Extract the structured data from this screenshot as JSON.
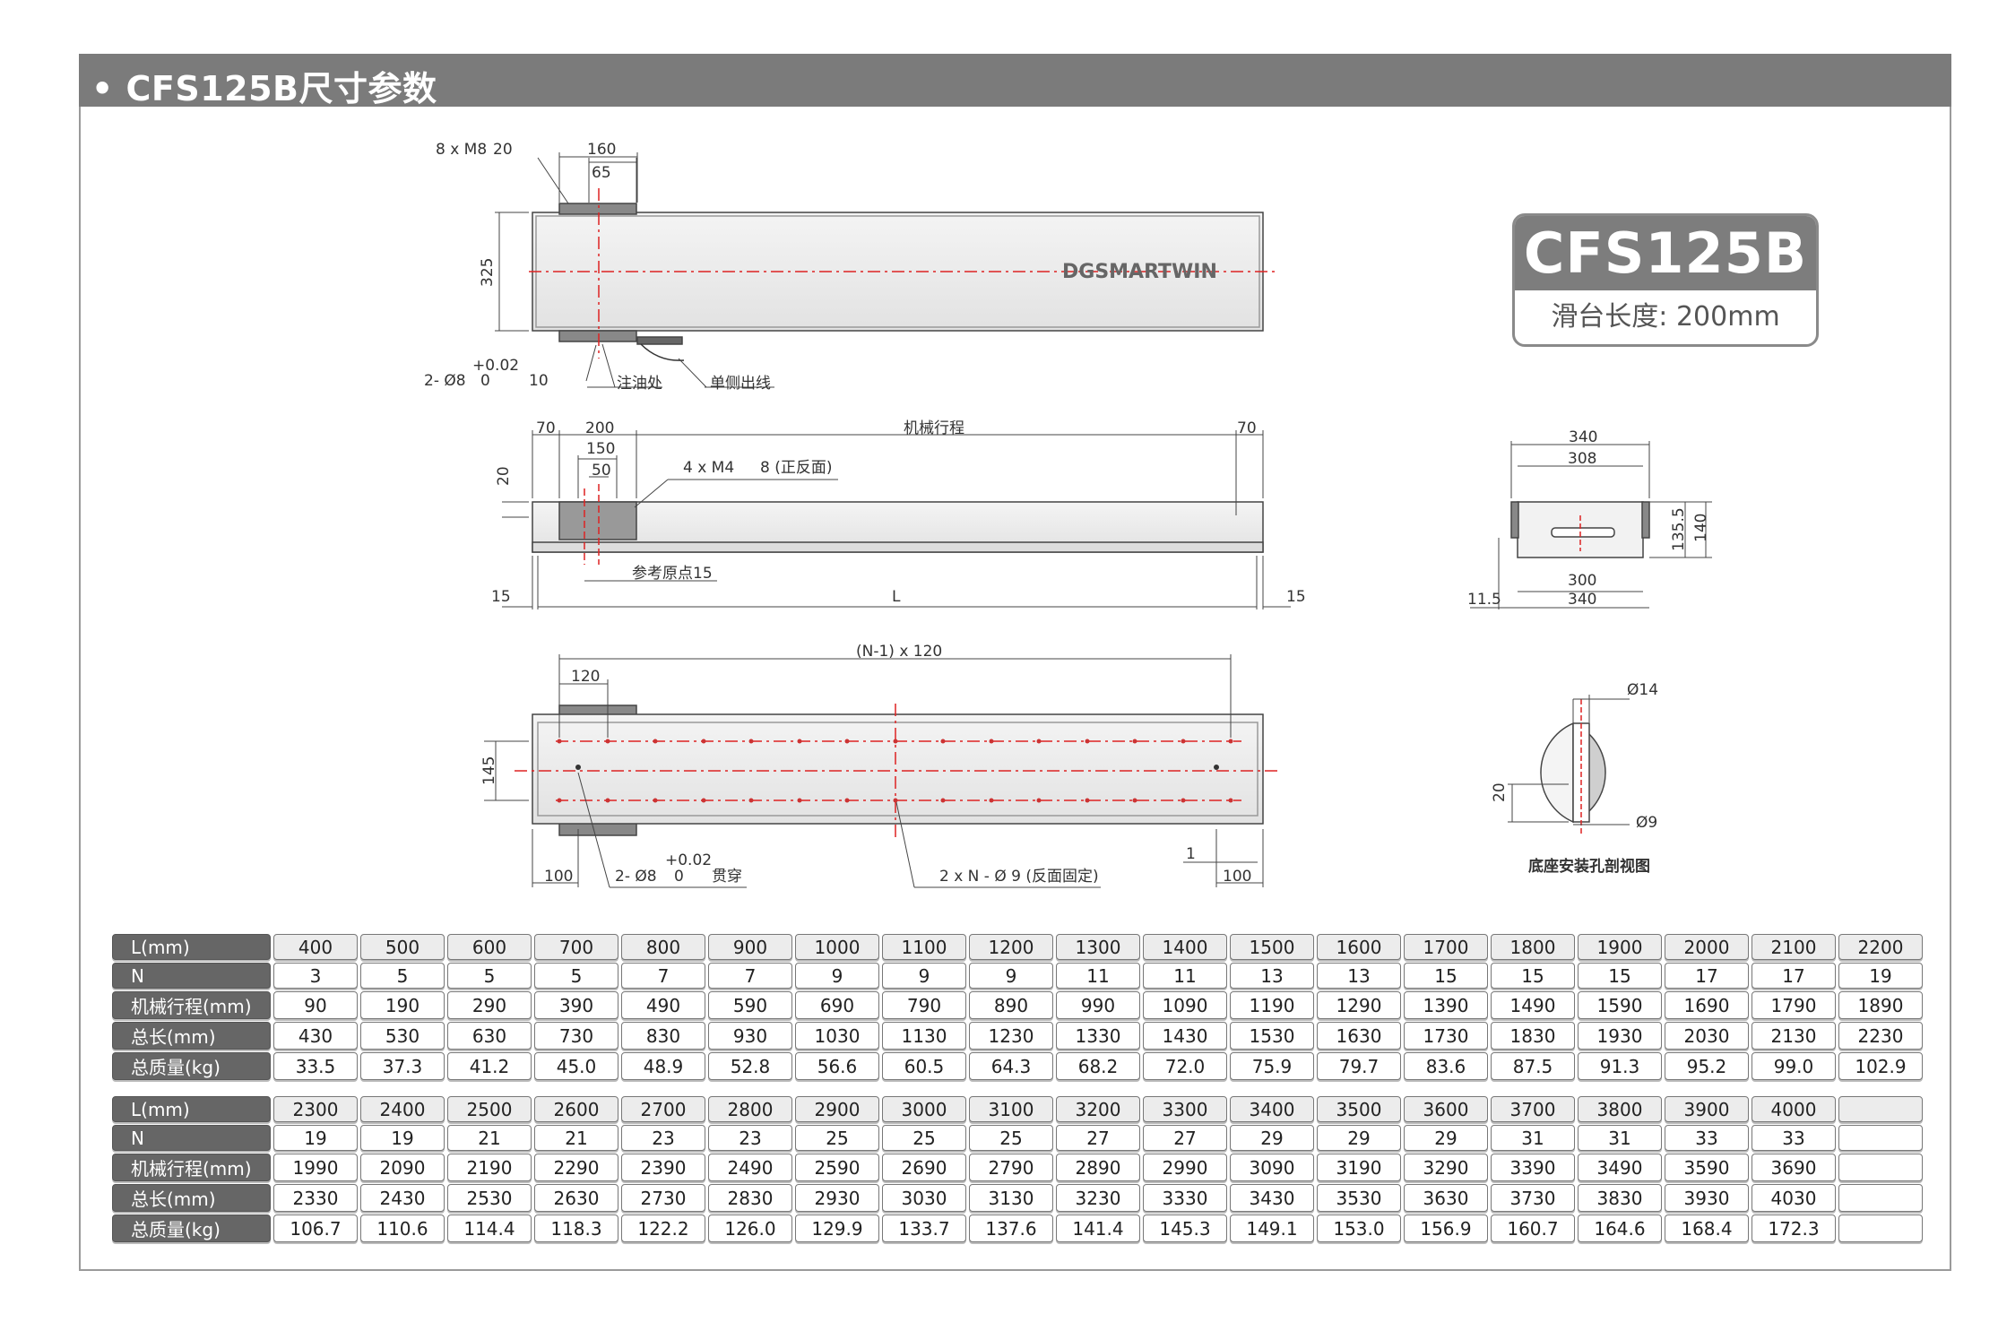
{
  "header": {
    "title": "• CFS125B尺寸参数"
  },
  "badge": {
    "model": "CFS125B",
    "slide_length": "滑台长度: 200mm"
  },
  "drawing": {
    "top_view": {
      "d_8xM8": "8 x M8",
      "d_20": "20",
      "d_160": "160",
      "d_65": "65",
      "d_325": "325",
      "logo": "DGSMARTWIN",
      "tol": "+0.02",
      "d_2phi8": "2- Ø8",
      "d_0": "0",
      "d_10": "10",
      "oil": "注油处",
      "cable": "单侧出线"
    },
    "side_view": {
      "d_70a": "70",
      "d_200": "200",
      "stroke": "机械行程",
      "d_70b": "70",
      "d_150": "150",
      "d_50": "50",
      "d_20": "20",
      "d_4xM4": "4 x M4",
      "d_8": "8 (正反面)",
      "ref": "参考原点15",
      "d_15a": "15",
      "L": "L",
      "d_15b": "15"
    },
    "end_view": {
      "d_340": "340",
      "d_308": "308",
      "d_135": "135.5",
      "d_140": "140",
      "d_300": "300",
      "d_340b": "340",
      "d_11": "11.5"
    },
    "bottom_view": {
      "pitch": "(N-1) x 120",
      "d_120": "120",
      "d_145": "145",
      "tol": "+0.02",
      "d_2phi8": "2- Ø8",
      "d_0": "0",
      "through": "贯穿",
      "d_100a": "100",
      "holes": "2 x N - Ø 9 (反面固定)",
      "d_1": "1",
      "d_100b": "100"
    },
    "section_view": {
      "d_14": "Ø14",
      "d_20": "20",
      "d_9": "Ø9",
      "caption": "底座安装孔剖视图"
    }
  },
  "table1": {
    "rows": [
      {
        "h": "L(mm)",
        "v": [
          "400",
          "500",
          "600",
          "700",
          "800",
          "900",
          "1000",
          "1100",
          "1200",
          "1300",
          "1400",
          "1500",
          "1600",
          "1700",
          "1800",
          "1900",
          "2000",
          "2100",
          "2200"
        ]
      },
      {
        "h": "N",
        "v": [
          "3",
          "5",
          "5",
          "5",
          "7",
          "7",
          "9",
          "9",
          "9",
          "11",
          "11",
          "13",
          "13",
          "15",
          "15",
          "15",
          "17",
          "17",
          "19"
        ]
      },
      {
        "h": "机械行程(mm)",
        "v": [
          "90",
          "190",
          "290",
          "390",
          "490",
          "590",
          "690",
          "790",
          "890",
          "990",
          "1090",
          "1190",
          "1290",
          "1390",
          "1490",
          "1590",
          "1690",
          "1790",
          "1890"
        ]
      },
      {
        "h": "总长(mm)",
        "v": [
          "430",
          "530",
          "630",
          "730",
          "830",
          "930",
          "1030",
          "1130",
          "1230",
          "1330",
          "1430",
          "1530",
          "1630",
          "1730",
          "1830",
          "1930",
          "2030",
          "2130",
          "2230"
        ]
      },
      {
        "h": "总质量(kg)",
        "v": [
          "33.5",
          "37.3",
          "41.2",
          "45.0",
          "48.9",
          "52.8",
          "56.6",
          "60.5",
          "64.3",
          "68.2",
          "72.0",
          "75.9",
          "79.7",
          "83.6",
          "87.5",
          "91.3",
          "95.2",
          "99.0",
          "102.9"
        ]
      }
    ]
  },
  "table2": {
    "rows": [
      {
        "h": "L(mm)",
        "v": [
          "2300",
          "2400",
          "2500",
          "2600",
          "2700",
          "2800",
          "2900",
          "3000",
          "3100",
          "3200",
          "3300",
          "3400",
          "3500",
          "3600",
          "3700",
          "3800",
          "3900",
          "4000",
          ""
        ]
      },
      {
        "h": "N",
        "v": [
          "19",
          "19",
          "21",
          "21",
          "23",
          "23",
          "25",
          "25",
          "25",
          "27",
          "27",
          "29",
          "29",
          "29",
          "31",
          "31",
          "33",
          "33",
          ""
        ]
      },
      {
        "h": "机械行程(mm)",
        "v": [
          "1990",
          "2090",
          "2190",
          "2290",
          "2390",
          "2490",
          "2590",
          "2690",
          "2790",
          "2890",
          "2990",
          "3090",
          "3190",
          "3290",
          "3390",
          "3490",
          "3590",
          "3690",
          ""
        ]
      },
      {
        "h": "总长(mm)",
        "v": [
          "2330",
          "2430",
          "2530",
          "2630",
          "2730",
          "2830",
          "2930",
          "3030",
          "3130",
          "3230",
          "3330",
          "3430",
          "3530",
          "3630",
          "3730",
          "3830",
          "3930",
          "4030",
          ""
        ]
      },
      {
        "h": "总质量(kg)",
        "v": [
          "106.7",
          "110.6",
          "114.4",
          "118.3",
          "122.2",
          "126.0",
          "129.9",
          "133.7",
          "137.6",
          "141.4",
          "145.3",
          "149.1",
          "153.0",
          "156.9",
          "160.7",
          "164.6",
          "168.4",
          "172.3",
          ""
        ]
      }
    ]
  }
}
